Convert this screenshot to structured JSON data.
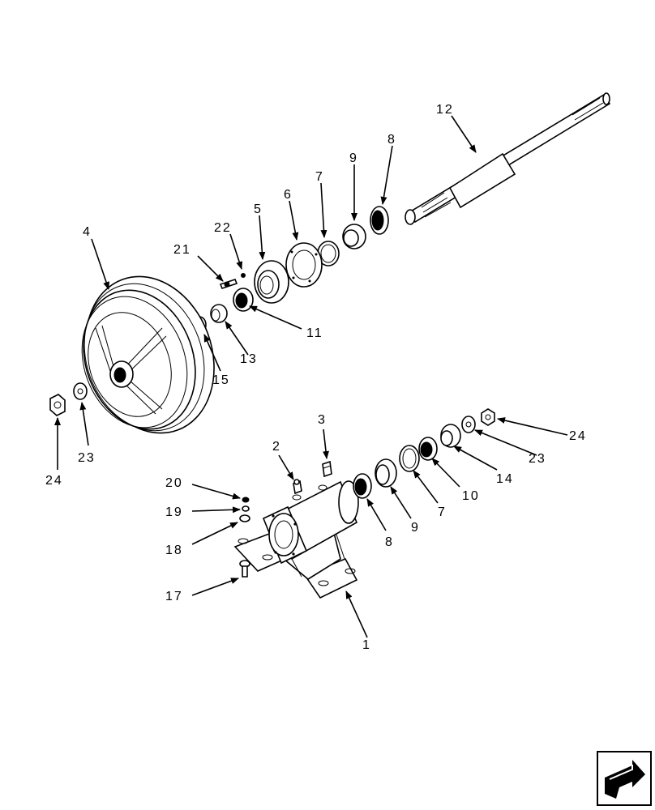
{
  "diagram": {
    "callouts": {
      "c1": "1",
      "c2": "2",
      "c3": "3",
      "c4": "4",
      "c5": "5",
      "c6": "6",
      "c7a": "7",
      "c7b": "7",
      "c8a": "8",
      "c8b": "8",
      "c9a": "9",
      "c9b": "9",
      "c10": "10",
      "c11": "11",
      "c12": "12",
      "c13": "13",
      "c14": "14",
      "c15": "15",
      "c17": "17",
      "c18": "18",
      "c19": "19",
      "c20": "20",
      "c21": "21",
      "c22": "22",
      "c23a": "23",
      "c23b": "23",
      "c24a": "24",
      "c24b": "24"
    },
    "nav_icon": "page-navigation-arrow-icon"
  }
}
